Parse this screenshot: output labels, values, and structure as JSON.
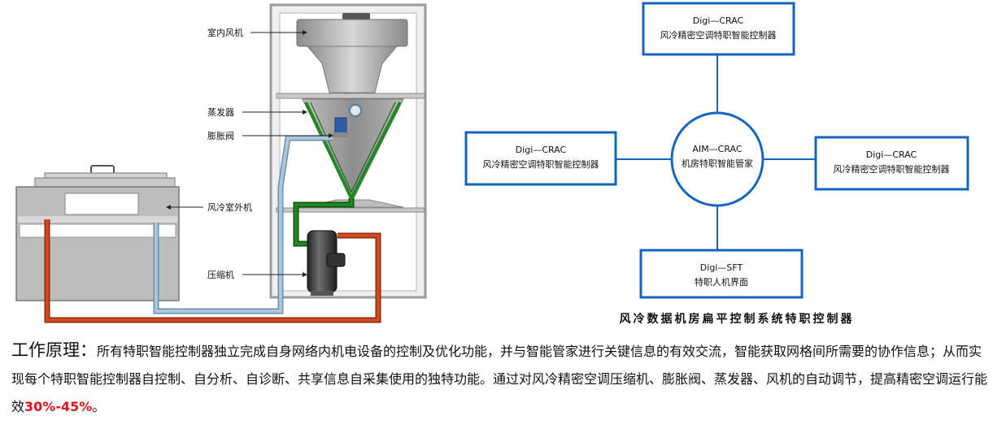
{
  "labels": {
    "indoor_fan": "室内风机",
    "evaporator": "蒸发器",
    "expansion_valve": "膨胀阀",
    "outdoor_unit": "风冷室外机",
    "compressor": "压缩机"
  },
  "network": {
    "center": {
      "line1": "AIM—CRAC",
      "line2": "机房特职智能管家"
    },
    "top": {
      "line1": "Digi—CRAC",
      "line2": "风冷精密空调特职智能控制器"
    },
    "left": {
      "line1": "Digi—CRAC",
      "line2": "风冷精密空调特职智能控制器"
    },
    "right": {
      "line1": "Digi—CRAC",
      "line2": "风冷精密空调特职智能控制器"
    },
    "bottom": {
      "line1": "Digi—SFT",
      "line2": "特职人机界面"
    },
    "caption": "风冷数据机房扁平控制系统特职控制器"
  },
  "description": {
    "title": "工作原理：",
    "body": "所有特职智能控制器独立完成自身网络内机电设备的控制及优化功能，并与智能管家进行关键信息的有效交流，智能获取网格间所需要的协作信息；从而实现每个特职智能控制器自控制、自分析、自诊断、共享信息自采集使用的独特功能。通过对风冷精密空调压缩机、膨胀阀、蒸发器、风机的自动调节，提高精密空调运行能效",
    "highlight": "30%-45%",
    "end": "。"
  },
  "colors": {
    "green_pipe": "#1f8a1f",
    "red_pipe": "#d2481f",
    "blue_pipe": "#a9c8de",
    "box_border": "#1565c0"
  }
}
